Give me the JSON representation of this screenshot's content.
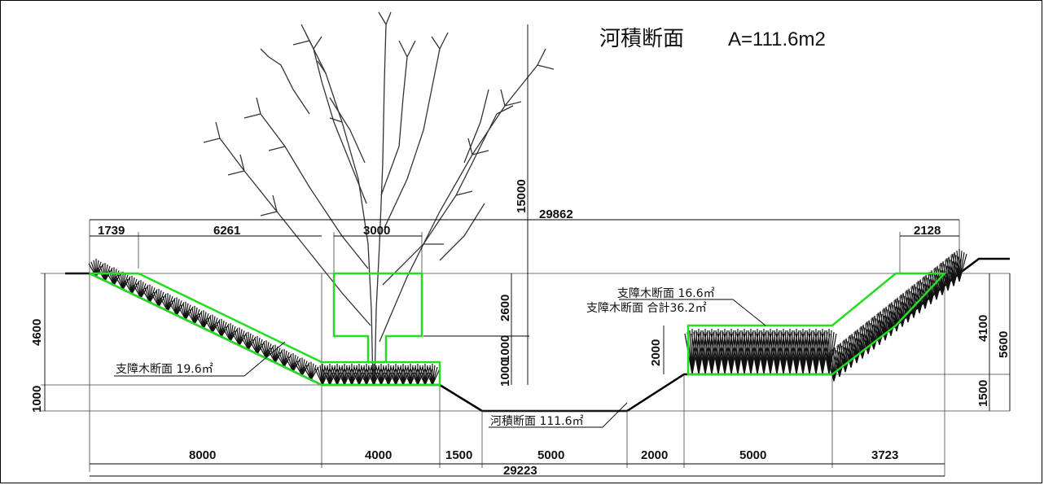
{
  "title": {
    "label": "河積断面",
    "area": "A=111.6m2"
  },
  "dims_top": {
    "total": "29862",
    "d1739": "1739",
    "d6261": "6261",
    "d3000": "3000",
    "d2128": "2128"
  },
  "dims_vertical": {
    "tree_height": "15000",
    "d2600": "2600",
    "d1000a": "1000",
    "d1000b": "1000",
    "left_4600": "4600",
    "left_1000": "1000",
    "right_2000": "2000",
    "right_4100": "4100",
    "right_1500": "1500",
    "right_5600": "5600"
  },
  "dims_bottom": {
    "d8000": "8000",
    "d4000": "4000",
    "d1500": "1500",
    "d5000a": "5000",
    "d2000": "2000",
    "d5000b": "5000",
    "d3723": "3723",
    "total": "29223"
  },
  "labels": {
    "left_trees": "支障木断面 19.6㎡",
    "right_trees": "支障木断面 16.6㎡",
    "total_trees": "支障木断面 合計36.2㎡",
    "channel": "河積断面 111.6㎡"
  },
  "colors": {
    "highlight": "#22dd22",
    "line": "#000000"
  }
}
